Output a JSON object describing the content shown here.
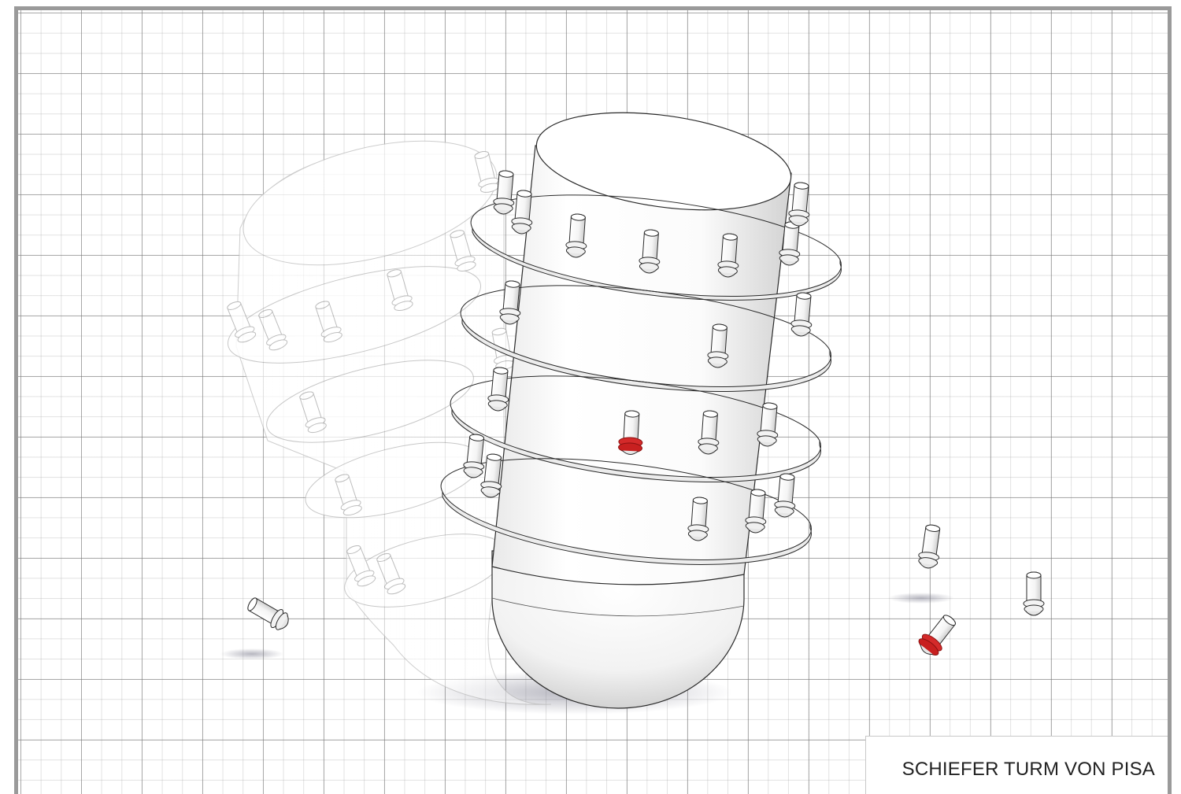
{
  "illustration": {
    "caption": "SCHIEFER TURM VON PISA",
    "colors": {
      "background": "#ffffff",
      "grid_line": "#9a9a9a",
      "frame": "#9a9a9a",
      "object_fill": "#ffffff",
      "object_stroke": "#2a2a2a",
      "highlight_ring": "#d42a2a",
      "ghost_stroke": "#b8b8b8"
    },
    "subjects": [
      "tower-body",
      "tower-ghost",
      "ring-plates",
      "pegs",
      "red-ring-peg",
      "loose-pegs"
    ]
  }
}
